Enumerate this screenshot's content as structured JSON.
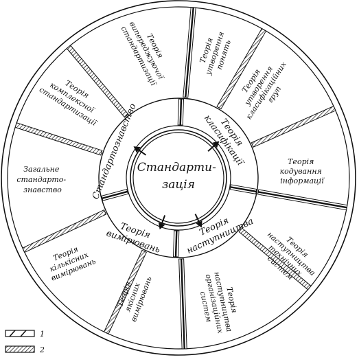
{
  "center": {
    "lines": [
      "Стандарти-",
      "зація"
    ]
  },
  "ring_sectors": [
    {
      "id": "standardization-science",
      "label": "Стандартознавство"
    },
    {
      "id": "classification",
      "lines": [
        "Теорія",
        "класифікації"
      ]
    },
    {
      "id": "succession",
      "lines": [
        "Теорія",
        "наступництва"
      ]
    },
    {
      "id": "measurement",
      "lines": [
        "Теорія",
        "вимірювань"
      ]
    }
  ],
  "outer_sectors": [
    {
      "id": "advanced-standardization",
      "lines": [
        "Теорія",
        "випереджуючої",
        "стандартизації"
      ]
    },
    {
      "id": "concept-formation",
      "lines": [
        "Теорія",
        "утворення",
        "понять"
      ]
    },
    {
      "id": "classification-groups",
      "lines": [
        "Теорія",
        "утворення",
        "класифікаційних",
        "груп"
      ]
    },
    {
      "id": "information-coding",
      "lines": [
        "Теорія",
        "кодування",
        "інформації"
      ]
    },
    {
      "id": "technical-systems",
      "lines": [
        "Теорія",
        "наступництва",
        "технічних",
        "систем"
      ]
    },
    {
      "id": "organizational-systems",
      "lines": [
        "Теорія",
        "наступництва",
        "організаційних",
        "систем"
      ]
    },
    {
      "id": "qualitative-measurement",
      "lines": [
        "Теорія",
        "якісних",
        "вимірювань"
      ]
    },
    {
      "id": "quantitative-measurement",
      "lines": [
        "Теорія",
        "кількісних",
        "вимірювань"
      ]
    },
    {
      "id": "general-standardization",
      "lines": [
        "Загальне",
        "стандарто-",
        "знавство"
      ]
    },
    {
      "id": "complex-standardization",
      "lines": [
        "Теорія",
        "комплексної",
        "стандартизації"
      ]
    }
  ],
  "legend": [
    {
      "number": "1",
      "pattern": "double-line"
    },
    {
      "number": "2",
      "pattern": "hatched"
    }
  ]
}
